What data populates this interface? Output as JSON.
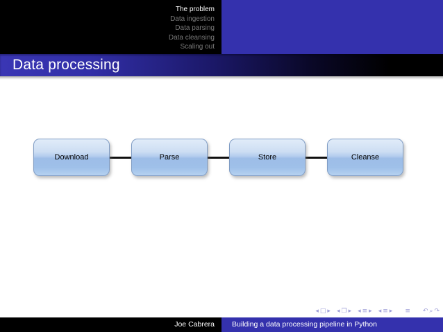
{
  "slide": {
    "frame_title": "Data processing"
  },
  "header": {
    "nav_items": [
      {
        "label": "The problem",
        "state": "active"
      },
      {
        "label": "Data ingestion",
        "state": "dimmed"
      },
      {
        "label": "Data parsing",
        "state": "dimmed"
      },
      {
        "label": "Data cleansing",
        "state": "dimmed"
      },
      {
        "label": "Scaling out",
        "state": "dimmed"
      }
    ]
  },
  "diagram": {
    "type": "flowchart",
    "nodes": [
      {
        "label": "Download"
      },
      {
        "label": "Parse"
      },
      {
        "label": "Store"
      },
      {
        "label": "Cleanse"
      }
    ],
    "connections": [
      {
        "from": "Download",
        "to": "Parse"
      },
      {
        "from": "Parse",
        "to": "Store"
      },
      {
        "from": "Store",
        "to": "Cleanse"
      }
    ]
  },
  "navigation_symbols": {
    "items": [
      {
        "name": "prev-slide",
        "glyph": "◂"
      },
      {
        "name": "slide",
        "glyph": "□"
      },
      {
        "name": "next-slide",
        "glyph": "▸"
      },
      {
        "name": "prev-frame",
        "glyph": "◂"
      },
      {
        "name": "frame",
        "glyph": "❐"
      },
      {
        "name": "next-frame",
        "glyph": "▸"
      },
      {
        "name": "prev-subsection",
        "glyph": "◂"
      },
      {
        "name": "subsection",
        "glyph": "≡"
      },
      {
        "name": "next-subsection",
        "glyph": "▸"
      },
      {
        "name": "prev-section",
        "glyph": "◂"
      },
      {
        "name": "section",
        "glyph": "≡"
      },
      {
        "name": "next-section",
        "glyph": "▸"
      },
      {
        "name": "appendix",
        "glyph": "≡"
      },
      {
        "name": "back",
        "glyph": "↶"
      },
      {
        "name": "find",
        "glyph": "⌕"
      },
      {
        "name": "forward",
        "glyph": "↷"
      }
    ]
  },
  "footer": {
    "author": "Joe Cabrera",
    "presentation_title": "Building a data processing pipeline in Python"
  },
  "colors": {
    "structure_blue": "#3431ad",
    "header_bg": "#000000",
    "active_nav_text": "#ffffff",
    "dimmed_nav_text": "#7a7a7a",
    "titlebar_gradient_start": "#3a36b4",
    "titlebar_gradient_end": "#000000",
    "node_border": "#7f9cc4",
    "node_gradient_top": "#e1ecf9",
    "node_gradient_bottom": "#b5d1f0",
    "connector": "#101010",
    "nav_symbols": "#9f9fd8"
  }
}
